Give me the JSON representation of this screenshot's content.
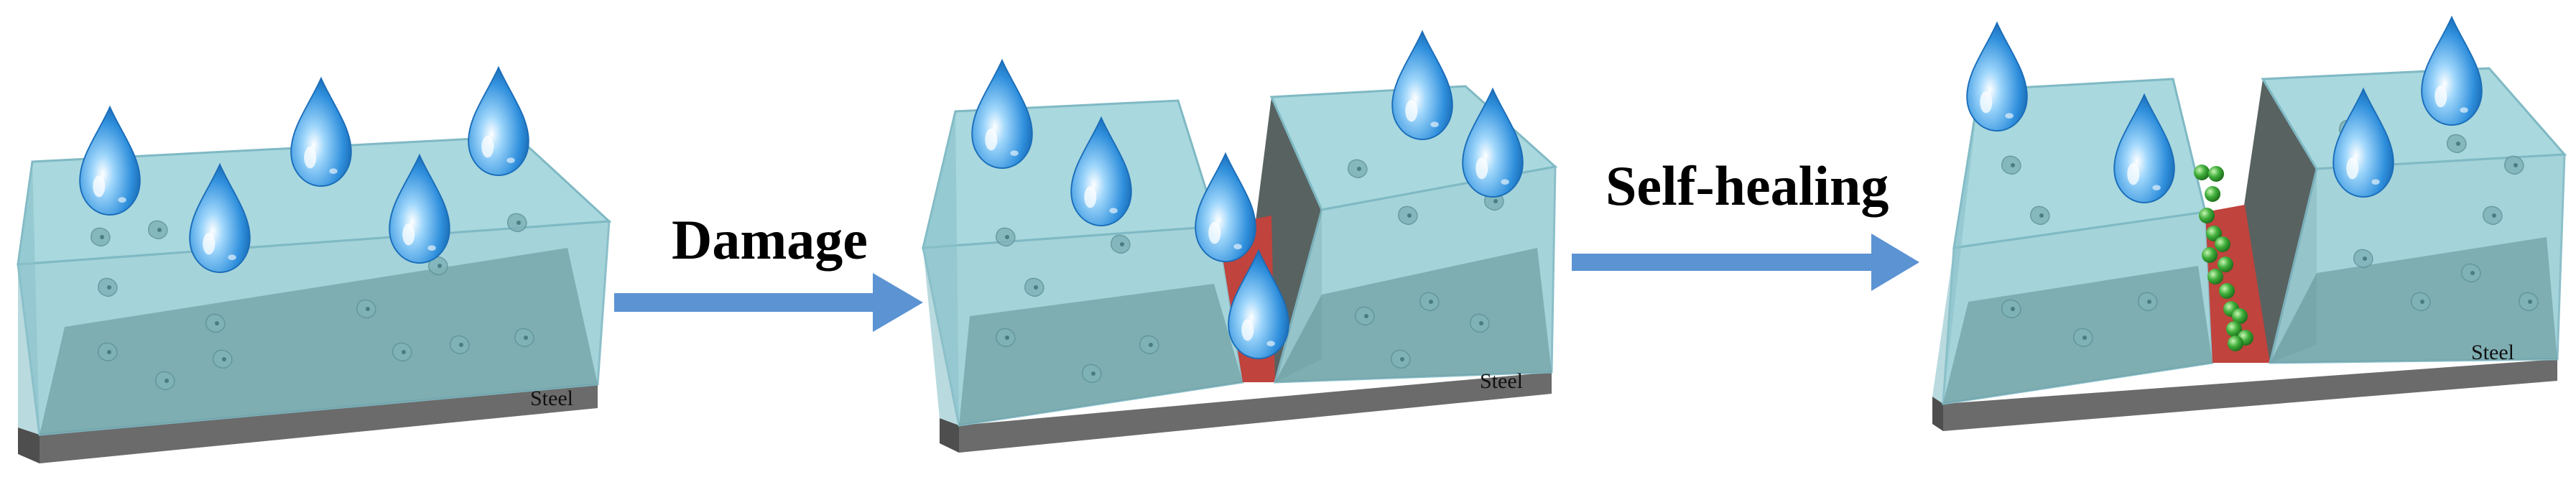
{
  "figure": {
    "panels": [
      {
        "id": "intact",
        "substrate_label": "Steel"
      },
      {
        "id": "damaged",
        "substrate_label": "Steel"
      },
      {
        "id": "healed",
        "substrate_label": "Steel"
      }
    ],
    "arrows": [
      {
        "label": "Damage"
      },
      {
        "label": "Self-healing"
      }
    ],
    "colors": {
      "coating": "#a9d8de",
      "coating_edge": "#7fb9c4",
      "steel": "#6b6b6b",
      "crack_wall": "#4f5a58",
      "crack_fill": "#c0433d",
      "arrow": "#5b93d3",
      "droplet": "#2f8fdc",
      "healing_agent": "#3fae3a"
    }
  }
}
